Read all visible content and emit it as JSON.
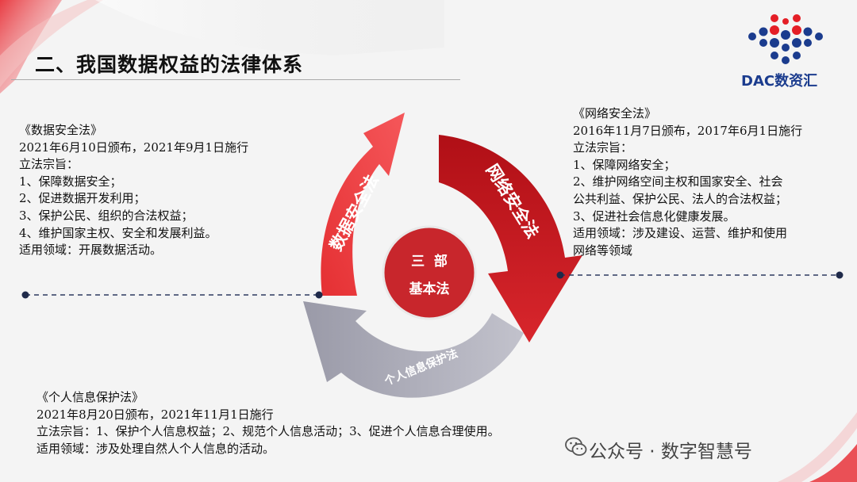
{
  "title": "二、我国数据权益的法律体系",
  "logo": {
    "text": "DAC数资汇",
    "icon": "dot-molecule-logo",
    "color": "#1b3c8e",
    "accent": "#e41e26"
  },
  "center": {
    "line1": "三  部",
    "line2": "基本法",
    "color": "#c8262c"
  },
  "arrows": {
    "data_security": {
      "label": "数据安全法",
      "color": "#ee3b3d"
    },
    "network_security": {
      "label": "网络安全法",
      "color": "#c9151c"
    },
    "personal_info": {
      "label": "个人信息保护法",
      "color": "#a8a8b5"
    }
  },
  "left_block": {
    "law": "《数据安全法》",
    "dates": "2021年6月10日颁布，2021年9月1日施行",
    "purpose_title": "立法宗旨：",
    "items": [
      "1、保障数据安全；",
      "2、促进数据开发利用；",
      "3、保护公民、组织的合法权益；",
      "4、维护国家主权、安全和发展利益。"
    ],
    "scope": "适用领域：开展数据活动。"
  },
  "right_block": {
    "law": "《网络安全法》",
    "dates": "2016年11月7日颁布，2017年6月1日施行",
    "purpose_title": "立法宗旨：",
    "items": [
      "1、保障网络安全；",
      "2、维护网络空间主权和国家安全、社会",
      "公共利益、保护公民、法人的合法权益；",
      "3、促进社会信息化健康发展。"
    ],
    "scope_line1": "适用领域：涉及建设、运营、维护和使用",
    "scope_line2": "网络等领域"
  },
  "bottom_block": {
    "law": "《个人信息保护法》",
    "dates": "2021年8月20日颁布，2021年11月1日施行",
    "purpose": "立法宗旨：1、保护个人信息权益；2、规范个人信息活动；3、促进个人信息合理使用。",
    "scope": "适用领域：涉及处理自然人个人信息的活动。"
  },
  "watermark": {
    "text": "公众号 · 数字智慧号",
    "icon": "wechat-icon"
  }
}
